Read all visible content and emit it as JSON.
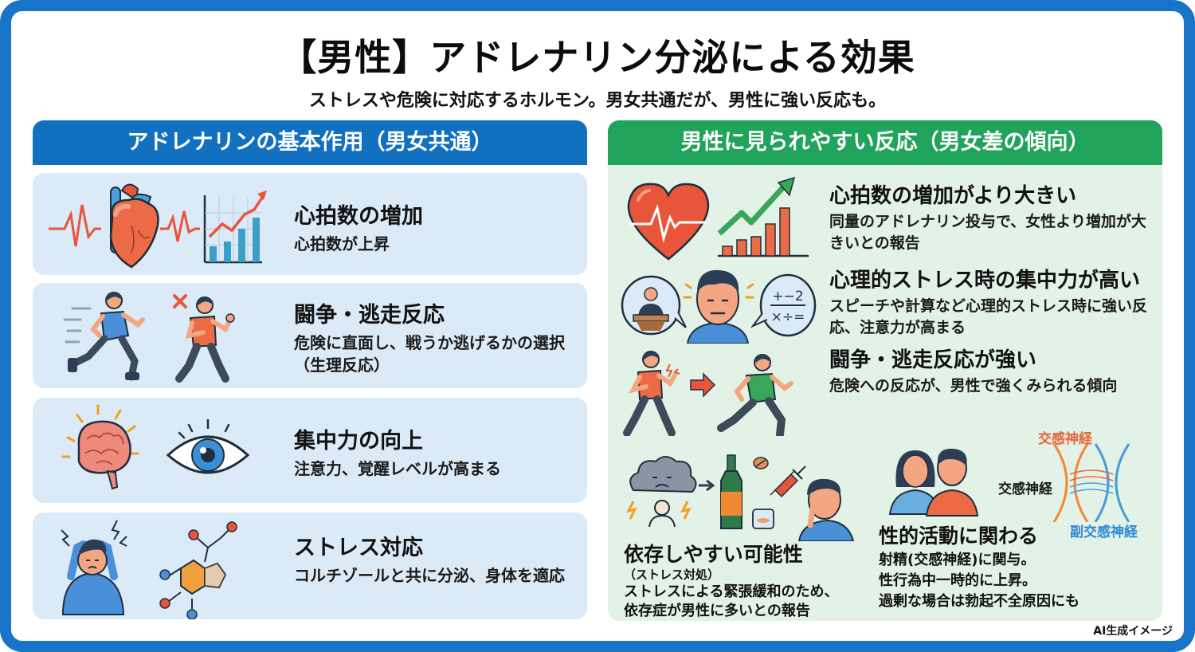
{
  "title": "【男性】アドレナリン分泌による効果",
  "subtitle": "ストレスや危険に対応するホルモン。男女共通だが、男性に強い反応も。",
  "colors": {
    "frame": "#1874c9",
    "left_header": "#1170bf",
    "left_card": "#dbeaf7",
    "right_header": "#20a35a",
    "right_panel": "#e2f2e6",
    "accent_red": "#e8643c",
    "accent_blue": "#2f8ad4"
  },
  "left_panel": {
    "header": "アドレナリンの基本作用（男女共通）",
    "cards": [
      {
        "icons": [
          "heartbeat-line-icon",
          "heart-icon",
          "rising-bar-chart-icon"
        ],
        "title": "心拍数の増加",
        "body": "心拍数が上昇"
      },
      {
        "icons": [
          "running-man-icon",
          "fighting-man-icon"
        ],
        "title": "闘争・逃走反応",
        "body": "危険に直面し、戦うか逃げるかの選択（生理反応）"
      },
      {
        "icons": [
          "brain-icon",
          "eye-icon"
        ],
        "title": "集中力の向上",
        "body": "注意力、覚醒レベルが高まる"
      },
      {
        "icons": [
          "stressed-man-icon",
          "molecule-icon"
        ],
        "title": "ストレス対応",
        "body": "コルチゾールと共に分泌、身体を適応"
      }
    ]
  },
  "right_panel": {
    "header": "男性に見られやすい反応（男女差の傾向）",
    "items": [
      {
        "icons": [
          "heart-pulse-icon",
          "rising-bar-chart-icon"
        ],
        "title": "心拍数の増加がより大きい",
        "body": "同量のアドレナリン投与で、女性より増加が大きいとの報告"
      },
      {
        "icons": [
          "speech-podium-icon",
          "man-face-icon",
          "math-bubble-icon"
        ],
        "title": "心理的ストレス時の集中力が高い",
        "body": "スピーチや計算など心理的ストレス時に強い反応、注意力が高まる"
      },
      {
        "icons": [
          "fighting-man-icon",
          "arrow-right-icon",
          "running-man-icon"
        ],
        "title": "闘争・逃走反応が強い",
        "body": "危険への反応が、男性で強くみられる傾向"
      }
    ],
    "dependency": {
      "icons": [
        "storm-cloud-icon",
        "arrow-right-icon",
        "bottle-icon",
        "pill-icon",
        "syringe-icon",
        "glass-icon",
        "troubled-man-icon"
      ],
      "title": "依存しやすい可能性",
      "note": "（ストレス対処）",
      "body_lines": [
        "ストレスによる緊張緩和のため、",
        "依存症が男性に多いとの報告"
      ]
    },
    "sexual": {
      "icons": [
        "couple-icon",
        "nerve-strands-icon"
      ],
      "title": "性的活動に関わる",
      "body_lines": [
        "射精(交感神経)に関与。",
        "性行為中一時的に上昇。",
        "過剰な場合は勃起不全原因にも"
      ],
      "nerve_labels": {
        "top": "交感神経",
        "middle": "交感神経",
        "bottom": "副交感神経"
      }
    }
  },
  "footer": {
    "ai_label": "AI生成イメージ"
  }
}
